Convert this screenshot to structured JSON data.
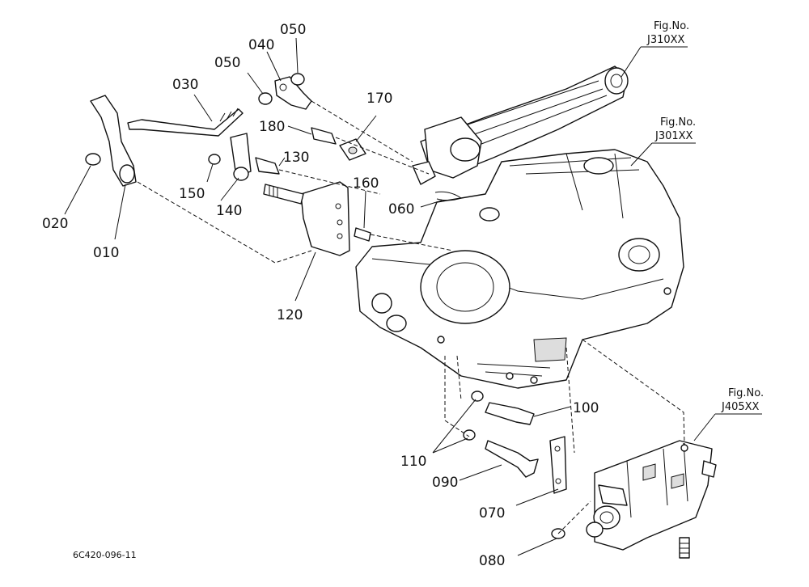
{
  "document_id": "6C420-096-11",
  "figure_refs": [
    {
      "line1": "Fig.No.",
      "line2": "J310XX"
    },
    {
      "line1": "Fig.No.",
      "line2": "J301XX"
    },
    {
      "line1": "Fig.No.",
      "line2": "J405XX"
    }
  ],
  "callouts": [
    "010",
    "020",
    "030",
    "040",
    "050",
    "050",
    "060",
    "070",
    "080",
    "090",
    "100",
    "110",
    "120",
    "130",
    "140",
    "150",
    "160",
    "170",
    "180"
  ]
}
